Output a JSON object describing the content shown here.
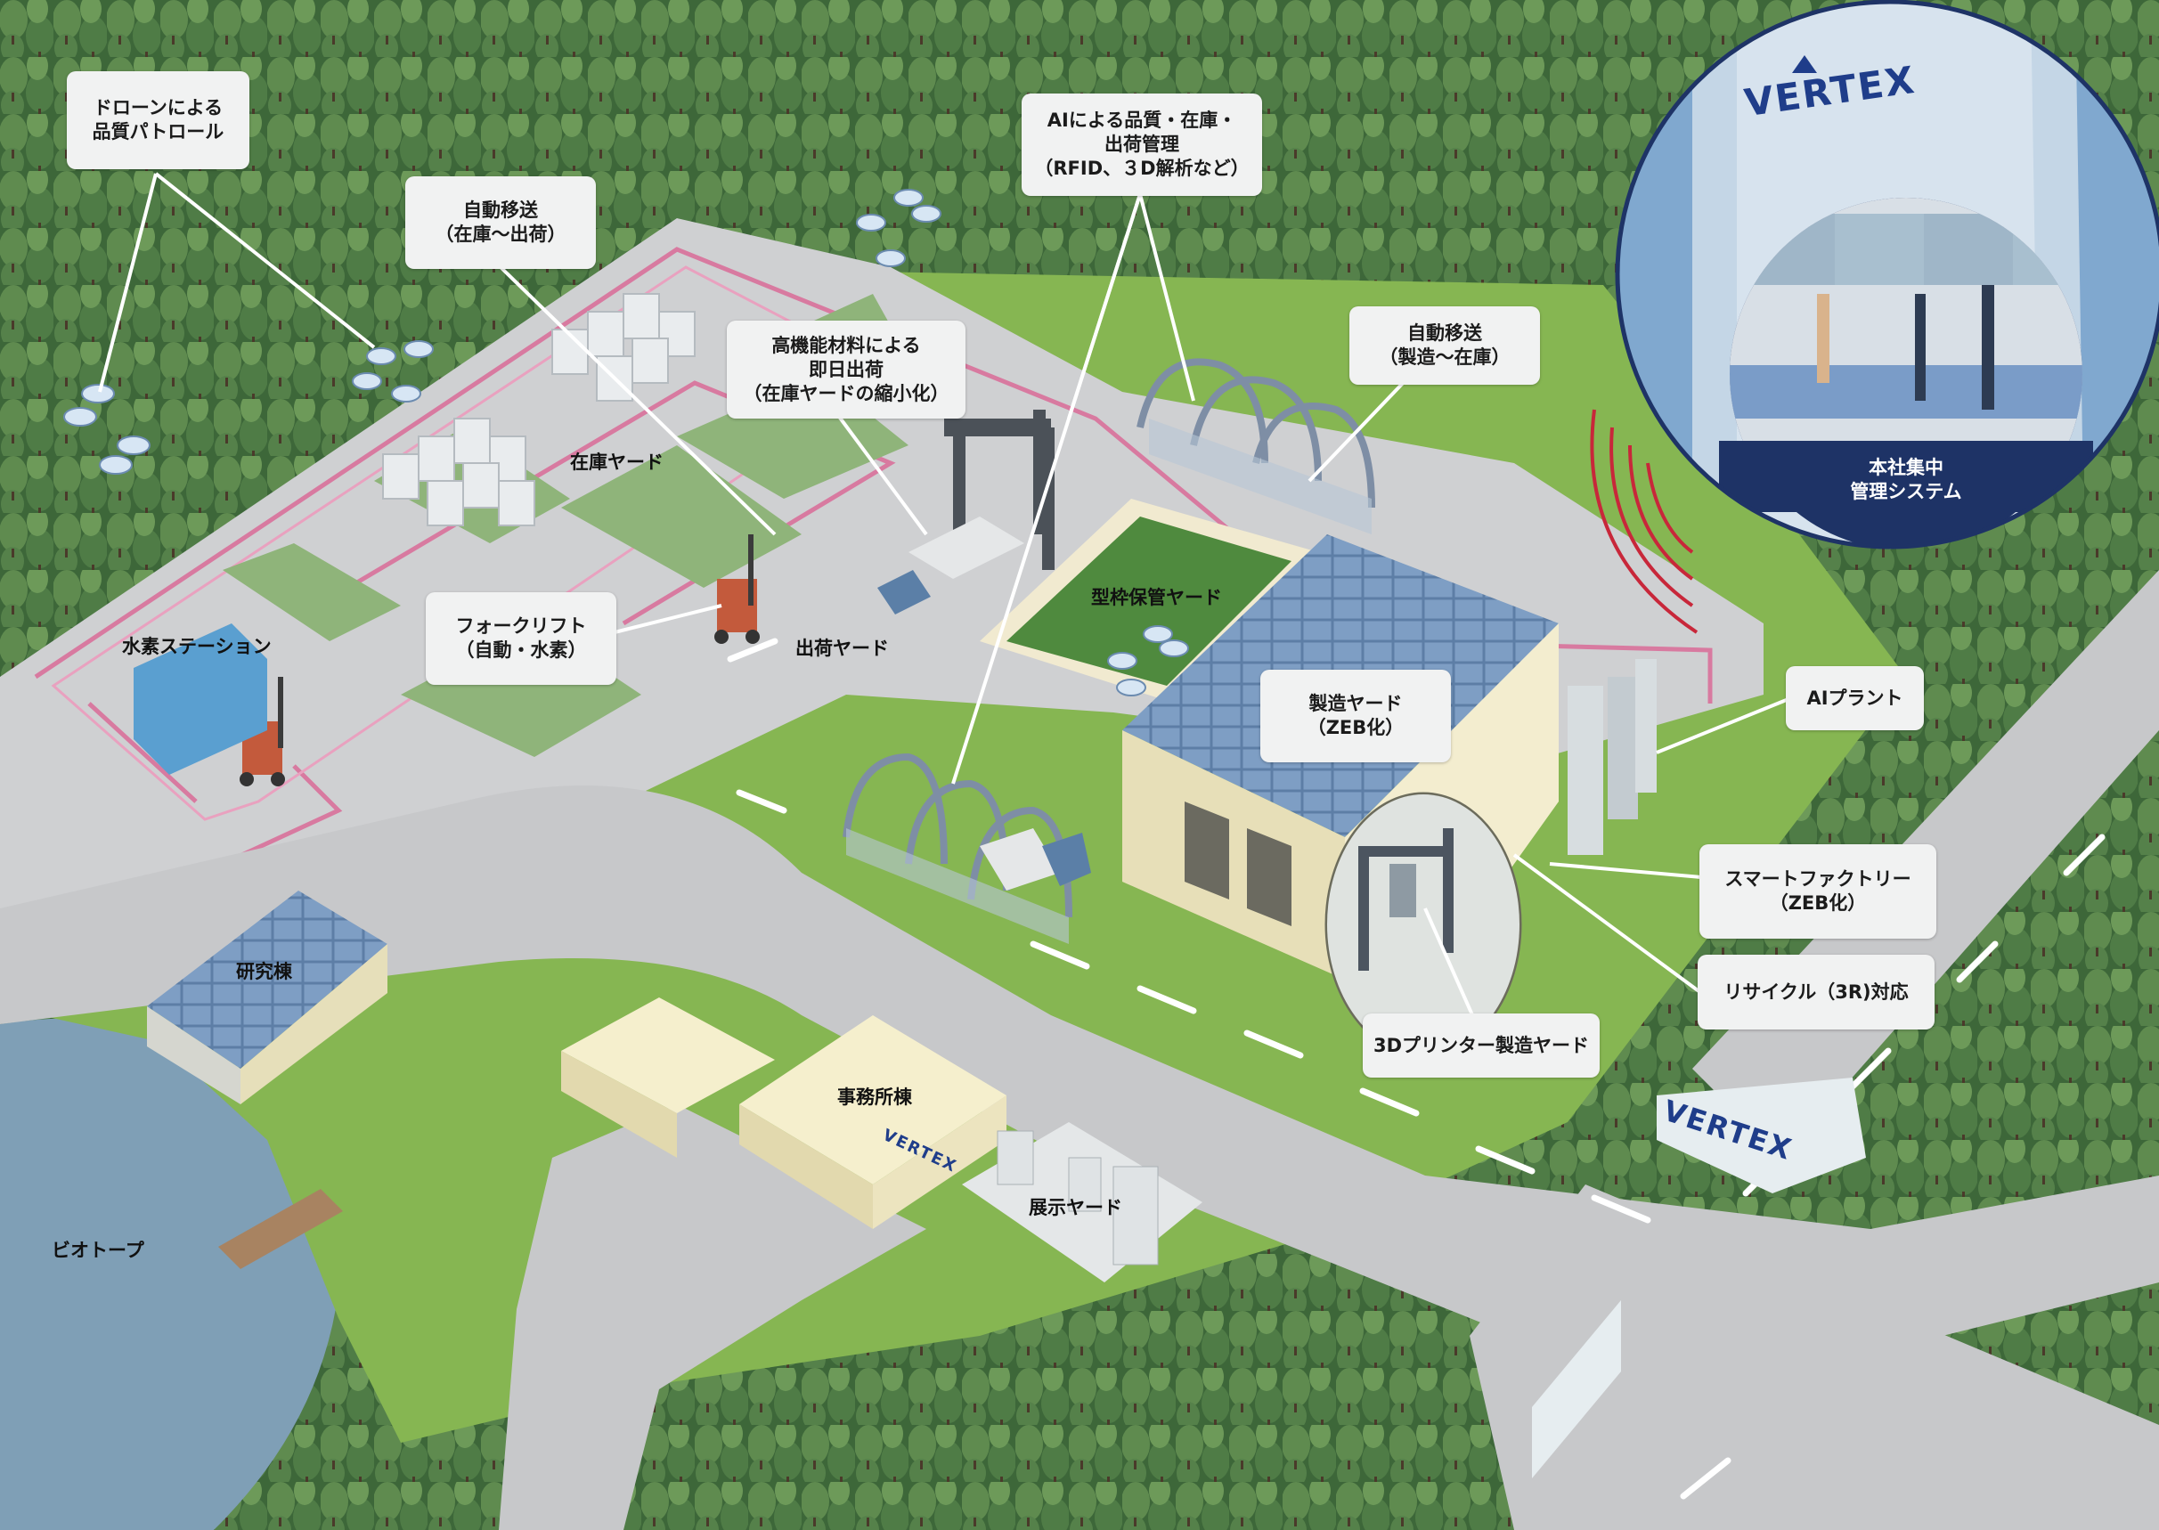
{
  "callouts": {
    "drone_patrol": "ドローンによる\n品質パトロール",
    "auto_transport_stock_ship": "自動移送\n（在庫～出荷）",
    "ai_management": "AIによる品質・在庫・\n出荷管理\n（RFID、３D解析など）",
    "auto_transport_mfg_stock": "自動移送\n（製造～在庫）",
    "high_perf_material": "高機能材料による\n即日出荷\n（在庫ヤードの縮小化）",
    "forklift": "フォークリフト\n（自動・水素）",
    "manufacturing_yard": "製造ヤード\n（ZEB化）",
    "ai_plant": "AIプラント",
    "smart_factory": "スマートファクトリー\n（ZEB化）",
    "recycle": "リサイクル（3R)対応",
    "printer_yard": "3Dプリンター製造ヤード"
  },
  "labels": {
    "stock_yard": "在庫ヤード",
    "hydrogen_station": "水素ステーション",
    "shipping_yard": "出荷ヤード",
    "mold_storage_yard": "型枠保管ヤード",
    "research_building": "研究棟",
    "office_building": "事務所棟",
    "exhibition_yard": "展示ヤード",
    "biotope": "ビオトープ"
  },
  "hq": {
    "title": "本社集中\n管理システム",
    "logo": "VERTEX"
  },
  "signage": {
    "entrance_logo": "VERTEX",
    "office_logo": "VERTEX"
  },
  "colors": {
    "forest": "#3f6b3c",
    "grass": "#7fb24f",
    "road": "#c9cacc",
    "yard_path": "#d9739a",
    "water": "#7d9fb8",
    "hq_bg": "#7aa3c9",
    "hq_band": "#1e3366",
    "brand": "#1f3d8a"
  }
}
